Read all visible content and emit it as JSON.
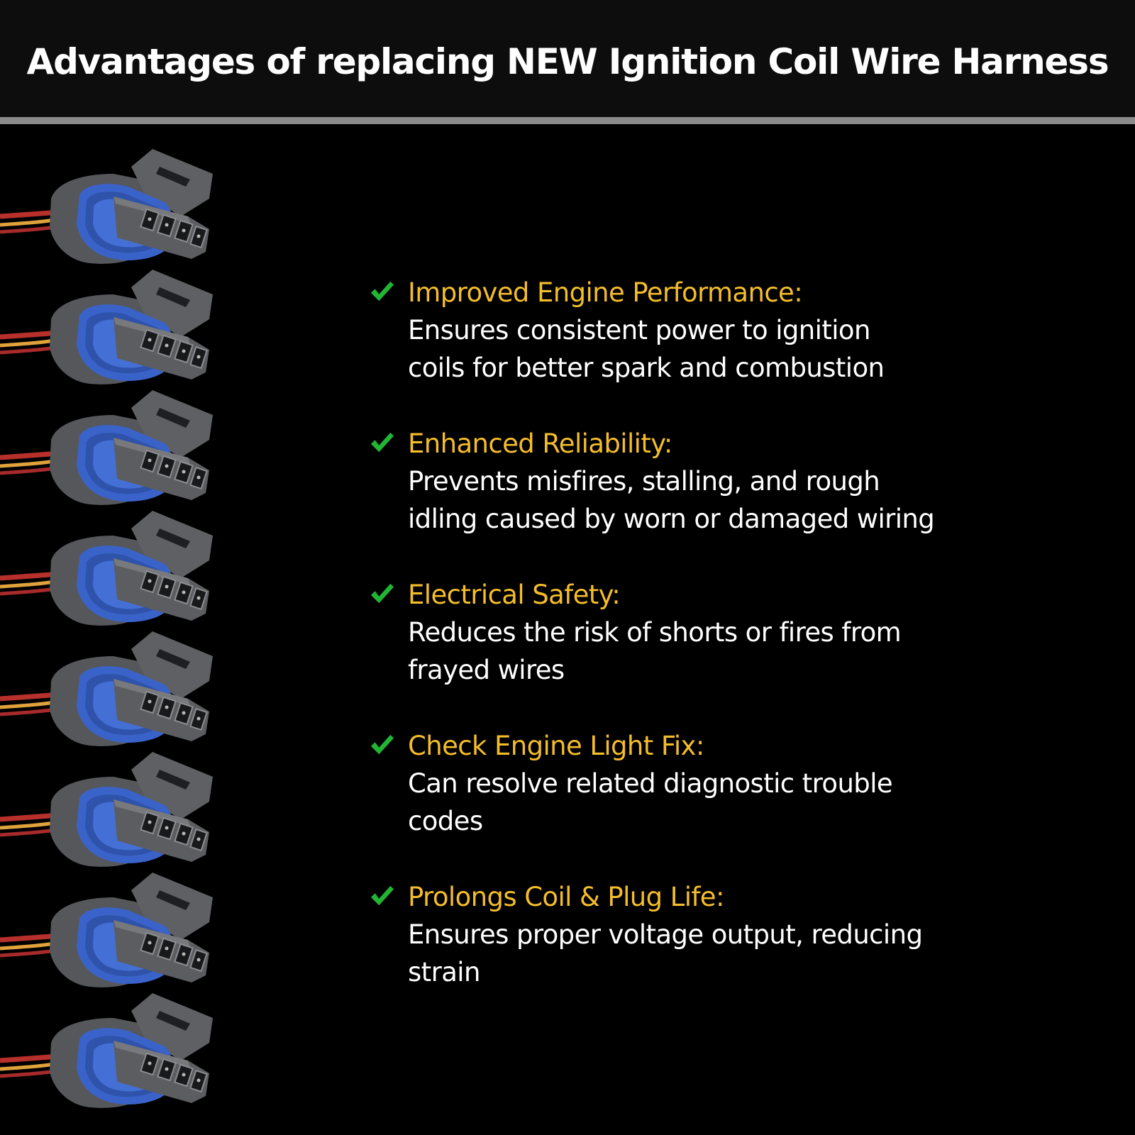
{
  "header": {
    "title": "Advantages of replacing NEW Ignition Coil Wire Harness"
  },
  "colors": {
    "background": "#000000",
    "header_background": "#0d0d0d",
    "divider": "#8a8a8a",
    "feature_title": "#f4bd2a",
    "feature_text": "#ffffff",
    "checkmark": "#22b534",
    "connector_seal": "#3a63c9",
    "connector_housing": "#5b5d61"
  },
  "connectors": {
    "count": 8,
    "icon": "ignition-coil-connector-icon"
  },
  "features": [
    {
      "title": "Improved Engine Performance:",
      "lines": [
        "Ensures consistent power to ignition",
        "coils for better spark and combustion"
      ]
    },
    {
      "title": "Enhanced Reliability:",
      "lines": [
        "Prevents misfires, stalling, and rough",
        "idling caused by worn or damaged wiring"
      ]
    },
    {
      "title": "Electrical Safety:",
      "lines": [
        "Reduces the risk of shorts or fires from",
        "frayed wires"
      ]
    },
    {
      "title": "Check Engine Light Fix:",
      "lines": [
        "Can resolve related diagnostic trouble",
        "codes"
      ]
    },
    {
      "title": "Prolongs Coil & Plug Life:",
      "lines": [
        "Ensures proper voltage output, reducing",
        "strain"
      ]
    }
  ]
}
